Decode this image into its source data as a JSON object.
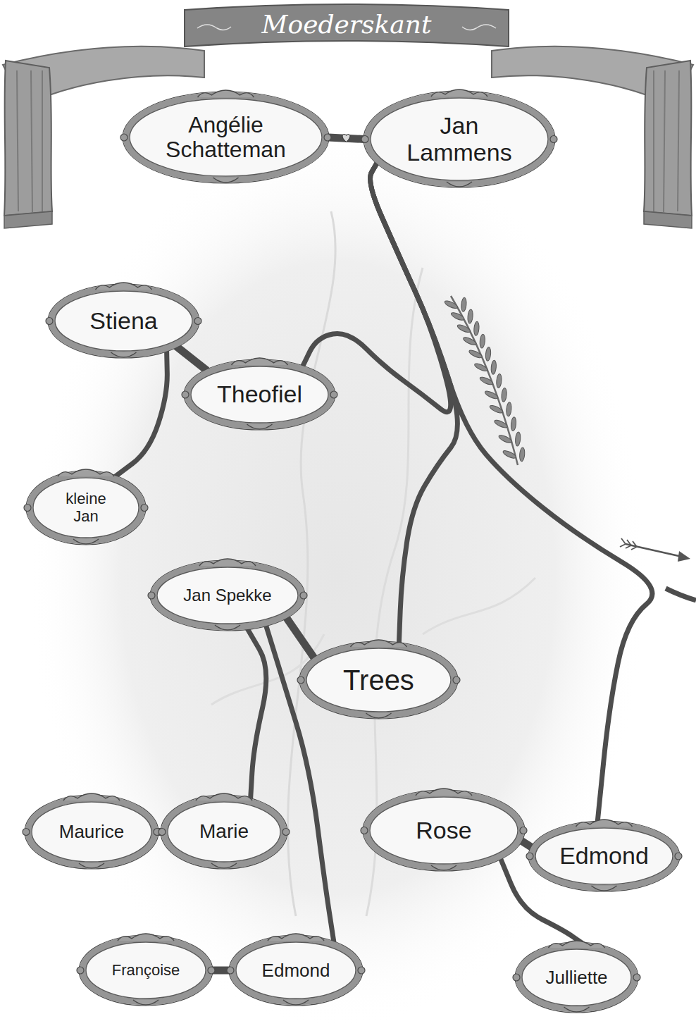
{
  "diagram": {
    "title": "Moederskant",
    "nodes": [
      {
        "text": [
          "Angélie Schatteman"
        ]
      },
      {
        "text": [
          "Jan Lammens"
        ]
      },
      {
        "text": [
          "Stiena"
        ]
      },
      {
        "text": [
          "Theofiel"
        ]
      },
      {
        "text": [
          "kleine Jan"
        ]
      },
      {
        "text": [
          "Jan Spekke"
        ]
      },
      {
        "text": [
          "Trees"
        ]
      },
      {
        "text": [
          "Maurice"
        ]
      },
      {
        "text": [
          "Marie"
        ]
      },
      {
        "text": [
          "Rose"
        ]
      },
      {
        "text": [
          "Edmond"
        ]
      },
      {
        "text": [
          "Françoise"
        ]
      },
      {
        "text": [
          "Edmond"
        ]
      },
      {
        "text": [
          "Julliette"
        ]
      }
    ],
    "edges": [
      {
        "from": 0,
        "to": 1,
        "arrow": "none"
      },
      {
        "from": 1,
        "to": 3,
        "arrow": "none"
      },
      {
        "from": 1,
        "to": 6,
        "arrow": "none"
      },
      {
        "from": 1,
        "to": 10,
        "arrow": "none"
      },
      {
        "from": 2,
        "to": 3,
        "arrow": "none"
      },
      {
        "from": 2,
        "to": 4,
        "arrow": "none"
      },
      {
        "from": 5,
        "to": 6,
        "arrow": "none"
      },
      {
        "from": 5,
        "to": 8,
        "arrow": "none"
      },
      {
        "from": 5,
        "to": 12,
        "arrow": "none"
      },
      {
        "from": 7,
        "to": 8,
        "arrow": "none"
      },
      {
        "from": 9,
        "to": 10,
        "arrow": "none"
      },
      {
        "from": 9,
        "to": 13,
        "arrow": "none"
      },
      {
        "from": 11,
        "to": 12,
        "arrow": "none"
      }
    ]
  }
}
